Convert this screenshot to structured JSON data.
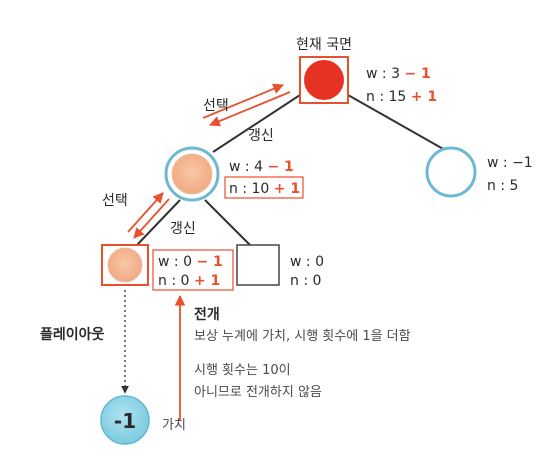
{
  "diagram": {
    "root": {
      "title": "현재 국면",
      "w_prefix": "w : 3 ",
      "w_delta": "− 1",
      "n_prefix": "n : 15 ",
      "n_delta": "+ 1"
    },
    "mid": {
      "w_prefix": "w : 4 ",
      "w_delta": "− 1",
      "n_prefix": "n : 10 ",
      "n_delta": "+ 1"
    },
    "right": {
      "w": "w : −1",
      "n": "n : 5"
    },
    "leaf_left": {
      "w_prefix": "w : 0 ",
      "w_delta": "− 1",
      "n_prefix": "n : 0 ",
      "n_delta": "+ 1"
    },
    "leaf_right": {
      "w": "w : 0",
      "n": "n : 0"
    },
    "labels": {
      "select_top": "선택",
      "update_top": "갱신",
      "select_mid": "선택",
      "update_mid": "갱신",
      "playout": "플레이아웃",
      "expand_title": "전개",
      "expand_desc": "보상 누계에 가치, 시행 횟수에 1을 더함",
      "note_line1": "시행 횟수는 10이",
      "note_line2": "아니므로 전개하지 않음",
      "value_text": "가치",
      "terminal_value": "-1"
    },
    "colors": {
      "accent": "#e8502e",
      "root_fill": "#e53222",
      "peach": "#f5b895",
      "teal": "#8dd3e6",
      "edge": "#333333"
    }
  }
}
